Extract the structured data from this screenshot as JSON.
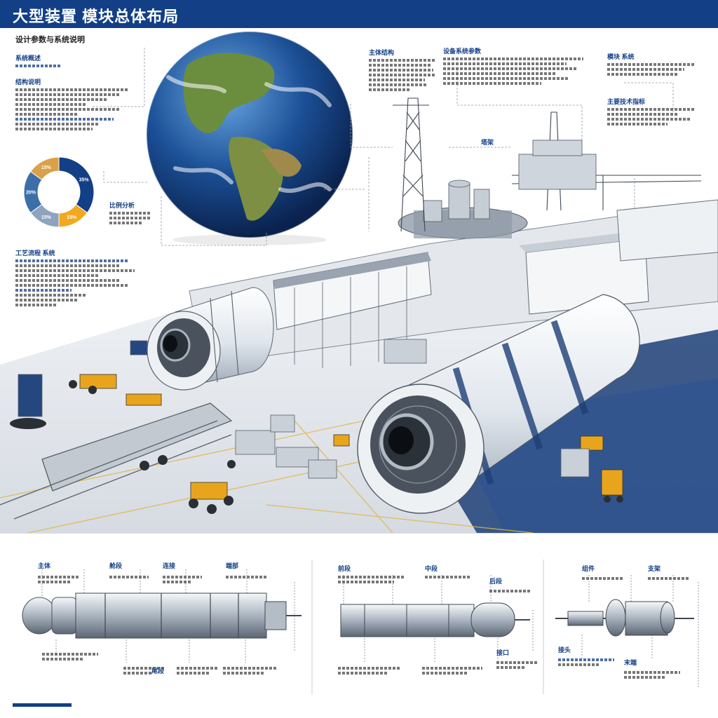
{
  "header": {
    "title": "大型装置 模块总体布局"
  },
  "subtitle": "设计参数与系统说明",
  "text_blocks": [
    {
      "id": "left-a",
      "heading": "系统概述"
    },
    {
      "id": "left-b",
      "heading": "结构说明"
    },
    {
      "id": "donut-note",
      "heading": "比例分析"
    },
    {
      "id": "left-c",
      "heading": "工艺流程 系统"
    },
    {
      "id": "top-mid-a",
      "heading": "主体结构"
    },
    {
      "id": "top-mid-b",
      "heading": "设备系统参数"
    },
    {
      "id": "top-right-a",
      "heading": "模块 系统"
    },
    {
      "id": "top-right-b",
      "heading": "主要技术指标"
    },
    {
      "id": "tower-label",
      "heading": "塔架"
    }
  ],
  "donut": {
    "segments": [
      {
        "label": "35%",
        "value": 35,
        "color": "#123f86"
      },
      {
        "label": "15%",
        "value": 15,
        "color": "#f2a91f"
      },
      {
        "label": "15%",
        "value": 15,
        "color": "#8ea3bd"
      },
      {
        "label": "20%",
        "value": 20,
        "color": "#3c6fa8"
      },
      {
        "label": "15%",
        "value": 15,
        "color": "#d9a24a"
      }
    ]
  },
  "diagram_labels": {
    "d1": [
      "主体",
      "舱段",
      "连接",
      "端部",
      "尾段"
    ],
    "d2": [
      "前段",
      "中段",
      "后段",
      "接口"
    ],
    "d3": [
      "组件",
      "支架",
      "接头",
      "末端"
    ]
  },
  "colors": {
    "accent": "#123f86",
    "accent_light": "#2b5fb0",
    "warning": "#e8a51c"
  }
}
